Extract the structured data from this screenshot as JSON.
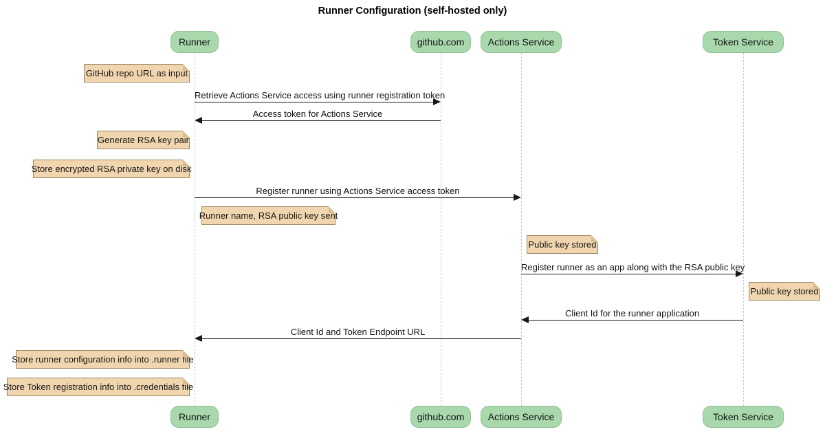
{
  "title": "Runner Configuration (self-hosted only)",
  "participants": [
    {
      "name": "Runner"
    },
    {
      "name": "github.com"
    },
    {
      "name": "Actions Service"
    },
    {
      "name": "Token Service"
    }
  ],
  "messages": [
    {
      "from": "Runner",
      "to": "github.com",
      "label": "Retrieve Actions Service access using runner registration token"
    },
    {
      "from": "github.com",
      "to": "Runner",
      "label": "Access token for Actions Service"
    },
    {
      "from": "Runner",
      "to": "Actions Service",
      "label": "Register runner using Actions Service access token"
    },
    {
      "from": "Actions Service",
      "to": "Token Service",
      "label": "Register runner as an app along with the RSA public key"
    },
    {
      "from": "Token Service",
      "to": "Actions Service",
      "label": "Client Id for the runner application"
    },
    {
      "from": "Actions Service",
      "to": "Runner",
      "label": "Client Id and Token Endpoint URL"
    }
  ],
  "notes": [
    {
      "text": "GitHub repo URL as input",
      "position": "left of Runner"
    },
    {
      "text": "Generate RSA key pair",
      "position": "left of Runner"
    },
    {
      "text": "Store encrypted RSA private key on disk",
      "position": "left of Runner"
    },
    {
      "text": "Runner name, RSA public key sent",
      "position": "right of Runner"
    },
    {
      "text": "Public key stored",
      "position": "right of Actions Service"
    },
    {
      "text": "Public key stored",
      "position": "right of Token Service"
    },
    {
      "text": "Store runner configuration info into .runner file",
      "position": "left of Runner"
    },
    {
      "text": "Store Token registration info into .credentials file",
      "position": "left of Runner"
    }
  ],
  "colors": {
    "participant_fill": "#A8D8AB",
    "participant_border": "#8FBE92",
    "note_fill": "#F0D5AE",
    "note_border": "#9C8A68",
    "lifeline": "#C9C9C9",
    "arrow": "#181818",
    "background": "#FFFFFF"
  }
}
